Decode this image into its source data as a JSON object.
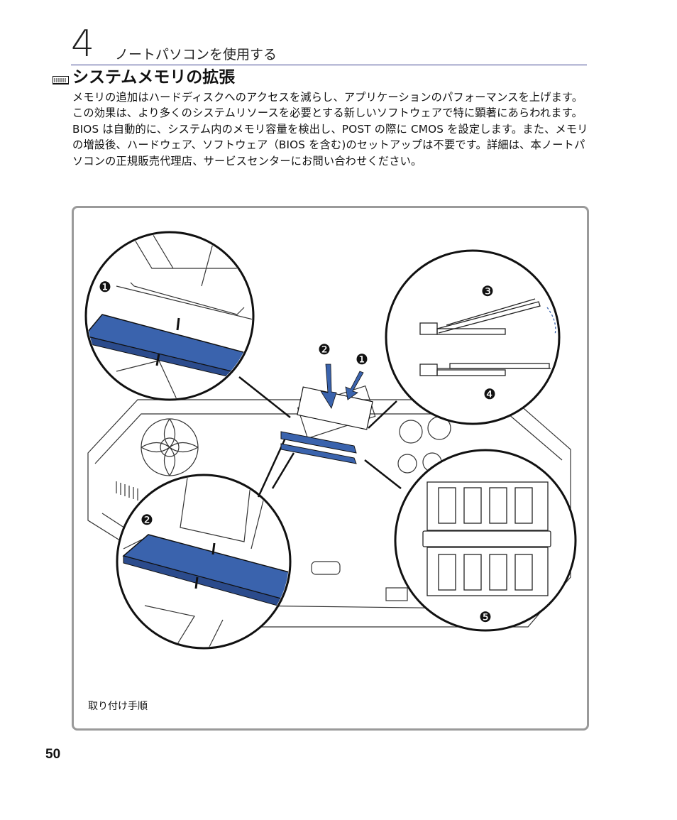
{
  "header": {
    "chapter_number": "4",
    "chapter_title": "ノートパソコンを使用する"
  },
  "section": {
    "title": "システムメモリの拡張",
    "icon": "memory-module-icon",
    "body": "メモリの追加はハードディスクへのアクセスを減らし、アプリケーションのパフォーマンスを上げます。この効果は、より多くのシステムリソースを必要とする新しいソフトウェアで特に顕著にあらわれます。BIOS は自動的に、システム内のメモリ容量を検出し、POST の際に CMOS を設定します。また、メモリの増設後、ハードウェア、ソフトウェア（BIOS を含む)のセットアップは不要です。詳細は、本ノートパソコンの正規販売代理店、サービスセンターにお問い合わせください。"
  },
  "figure": {
    "caption": "取り付け手順",
    "step_markers": [
      "❶",
      "❷",
      "❸",
      "❹",
      "❺"
    ],
    "accent_color": "#3a63ad",
    "line_color": "#111111"
  },
  "footer": {
    "page_number": "50"
  }
}
